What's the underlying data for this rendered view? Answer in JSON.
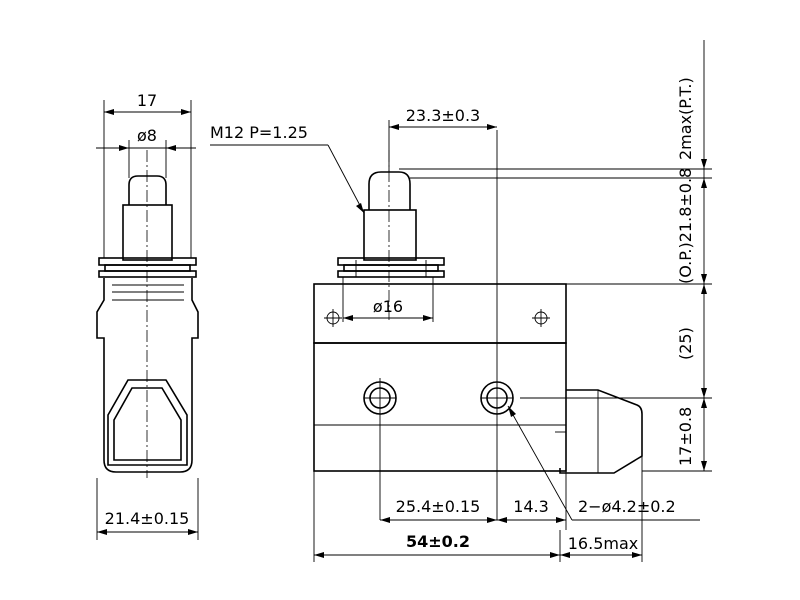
{
  "side_view": {
    "width_dim": "17",
    "plunger_dia_dim": "ø8",
    "base_width_dim": "21.4±0.15"
  },
  "front_view": {
    "thread_label": "M12 P=1.25",
    "offset_dim": "23.3±0.3",
    "nut_dia_dim": "ø16",
    "hole_spacing_dim": "25.4±0.15",
    "hole_to_edge_dim": "14.3",
    "mount_holes_dim": "2−ø4.2±0.2",
    "body_width_dim": "54±0.2",
    "lever_max_dim": "16.5max",
    "pretravel_dim": "2max(P.T.)",
    "op_dim": "(O.P.)21.8±0.8",
    "body_height_dim": "(25)",
    "lower_height_dim": "17±0.8"
  }
}
